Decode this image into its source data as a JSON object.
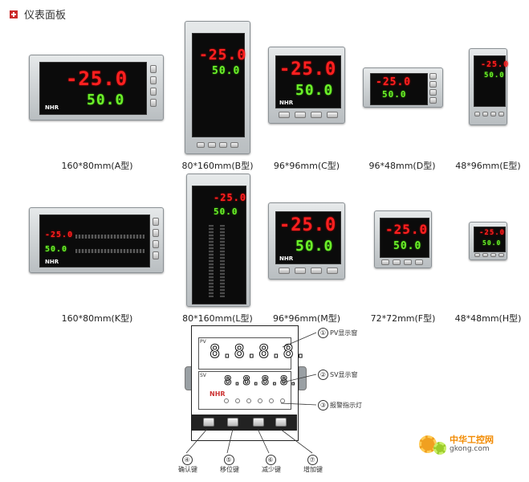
{
  "header": {
    "title": "仪表面板"
  },
  "display": {
    "pv": "-25.0",
    "sv": "50.0",
    "logo": "NHR"
  },
  "row1": [
    {
      "caption": "160*80mm(A型)"
    },
    {
      "caption": "80*160mm(B型)"
    },
    {
      "caption": "96*96mm(C型)"
    },
    {
      "caption": "96*48mm(D型)"
    },
    {
      "caption": "48*96mm(E型)"
    }
  ],
  "row2": [
    {
      "caption": "160*80mm(K型)"
    },
    {
      "caption": "80*160mm(L型)"
    },
    {
      "caption": "96*96mm(M型)"
    },
    {
      "caption": "72*72mm(F型)"
    },
    {
      "caption": "48*48mm(H型)"
    }
  ],
  "diagram": {
    "pv_label": "PV",
    "sv_label": "SV",
    "pv_window": "PV显示窗",
    "sv_window": "SV显示窗",
    "alarm_lights": "报警指示灯",
    "n1": "①",
    "n2": "②",
    "n3": "③",
    "n4": "④",
    "n5": "⑤",
    "n6": "⑥",
    "n7": "⑦",
    "confirm_key": "确认键",
    "shift_key": "移位键",
    "decrease_key": "减少键",
    "increase_key": "增加键",
    "digits_pv": "8.8.8.8.",
    "digits_sv": "8.8.8.8.",
    "brand": "NHR"
  },
  "watermark": {
    "title": "中华工控网",
    "url": "gkong.com"
  }
}
